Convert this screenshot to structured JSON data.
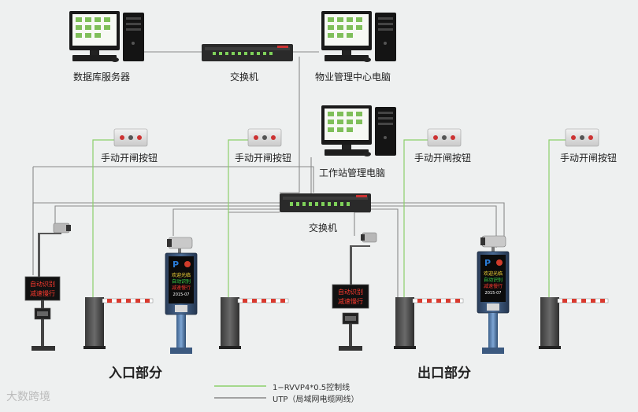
{
  "labels": {
    "db_server": "数据库服务器",
    "switch_top": "交换机",
    "property_pc": "物业管理中心电脑",
    "workstation_pc": "工作站管理电脑",
    "switch_mid": "交换机",
    "manual_btn_1": "手动开闸按钮",
    "manual_btn_2": "手动开闸按钮",
    "manual_btn_3": "手动开闸按钮",
    "manual_btn_4": "手动开闸按钮",
    "entrance": "入口部分",
    "exit": "出口部分"
  },
  "legend": {
    "control_line": "1−RVVP4*0.5控制线",
    "utp_line": "UTP（局域网电缆网线）"
  },
  "display_text": {
    "small_sign_1_line1": "自动识别",
    "small_sign_1_line2": "减速慢行",
    "small_sign_2_line1": "自动识别",
    "small_sign_2_line2": "减速慢行",
    "kiosk_parking_letter": "P",
    "kiosk_line1": "欢迎光临",
    "kiosk_line2": "自动识别",
    "kiosk_line3": "减速慢行",
    "kiosk_line4": "2015-07"
  },
  "watermark": "大数跨境",
  "colors": {
    "control_line": "#8ccf6a",
    "utp_line": "#888888",
    "background": "#eef0f0"
  }
}
